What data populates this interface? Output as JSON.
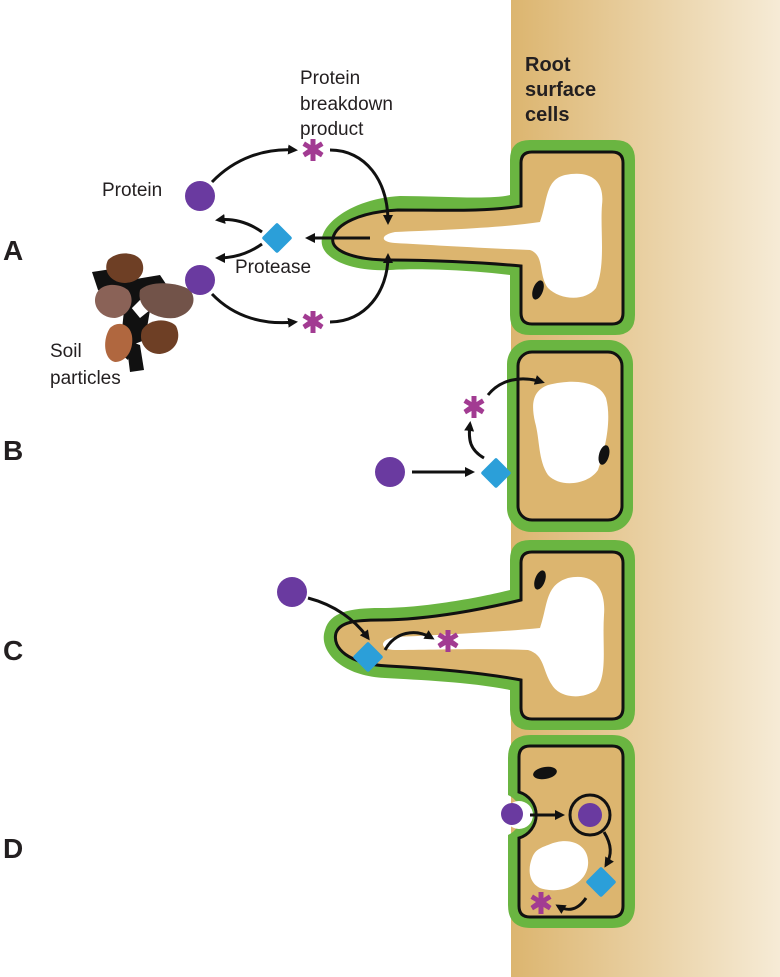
{
  "labels": {
    "root_title": [
      "Root",
      "surface",
      "cells"
    ],
    "protein_breakdown": [
      "Protein",
      "breakdown",
      "product"
    ],
    "protein": "Protein",
    "protease": "Protease",
    "soil": [
      "Soil",
      "particles"
    ]
  },
  "panels": [
    "A",
    "B",
    "C",
    "D"
  ],
  "colors": {
    "root_gradient_start": "#dcb56f",
    "root_gradient_end": "#f6ebd6",
    "cell_wall_green": "#6ab541",
    "cytoplasm_tan": "#dcb56f",
    "protein_purple": "#6a3aa0",
    "protease_blue": "#2b9fd9",
    "breakdown_magenta": "#a23b92",
    "soil_dark_brown": "#6e3f25",
    "soil_brown": "#8a6257",
    "soil_orange": "#b0673f"
  },
  "icons": {
    "protein": "purple-circle",
    "protease": "blue-diamond",
    "breakdown_product": "magenta-asterisk"
  }
}
